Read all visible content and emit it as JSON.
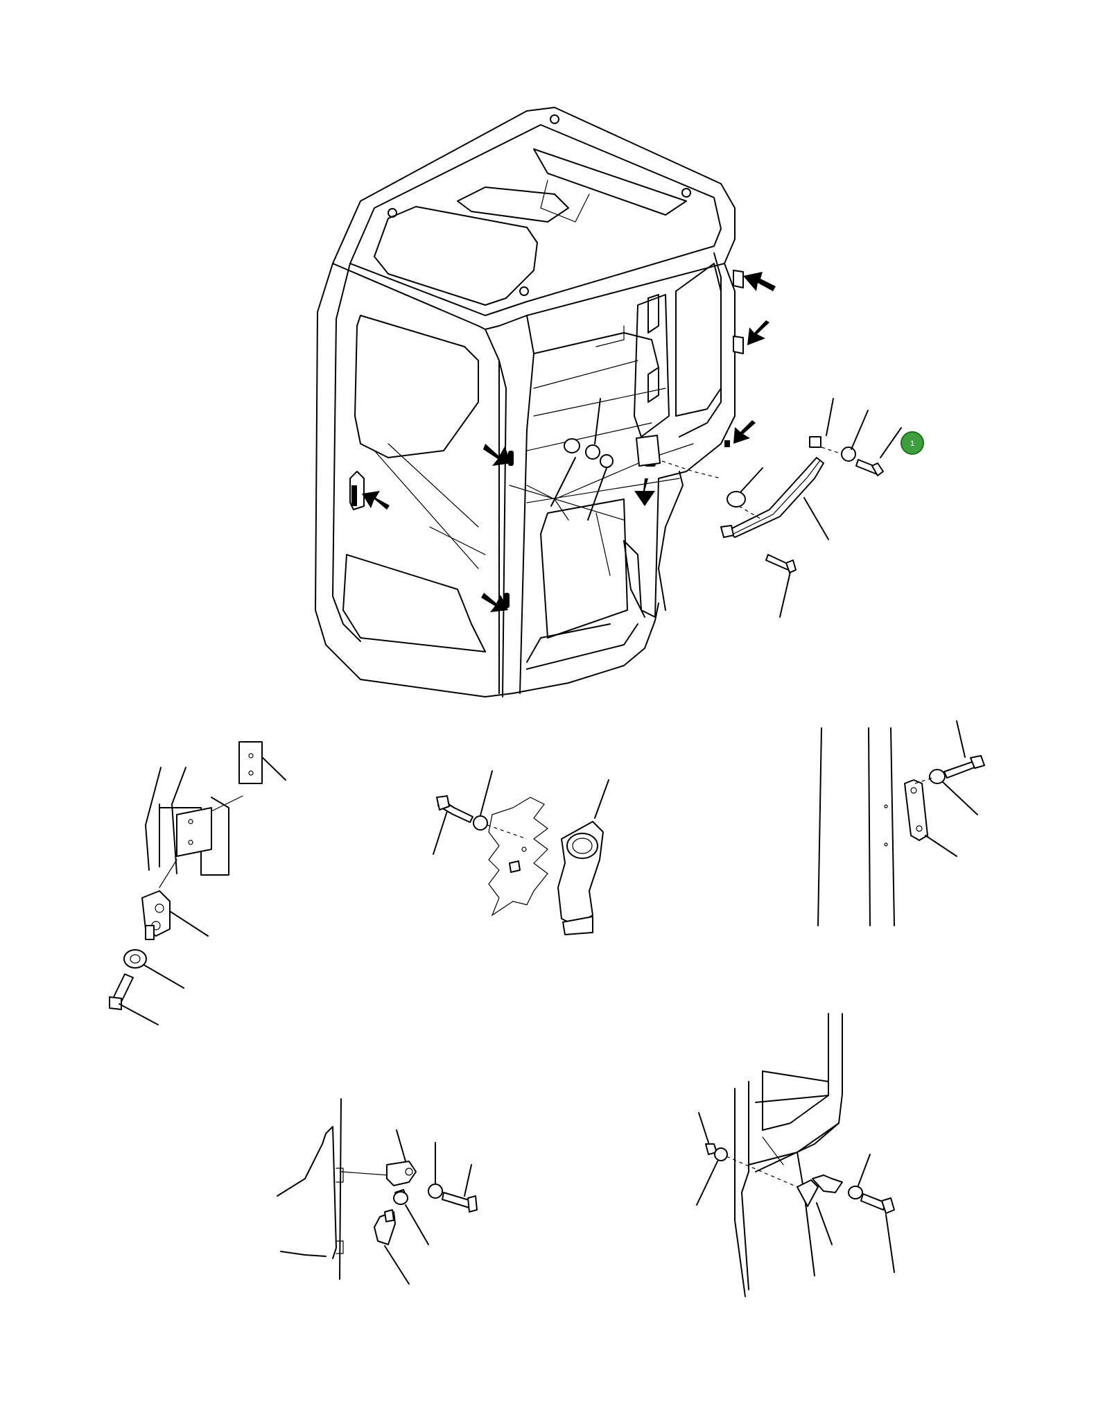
{
  "diagram": {
    "callouts": [
      {
        "label": "1",
        "color": "#3f9f3f",
        "border_color": "#1f6f1f"
      }
    ],
    "views": [
      "cab-assembly",
      "door-hinge-detail",
      "door-handle-detail",
      "door-stay-detail",
      "door-lock-detail",
      "door-catch-detail"
    ]
  }
}
